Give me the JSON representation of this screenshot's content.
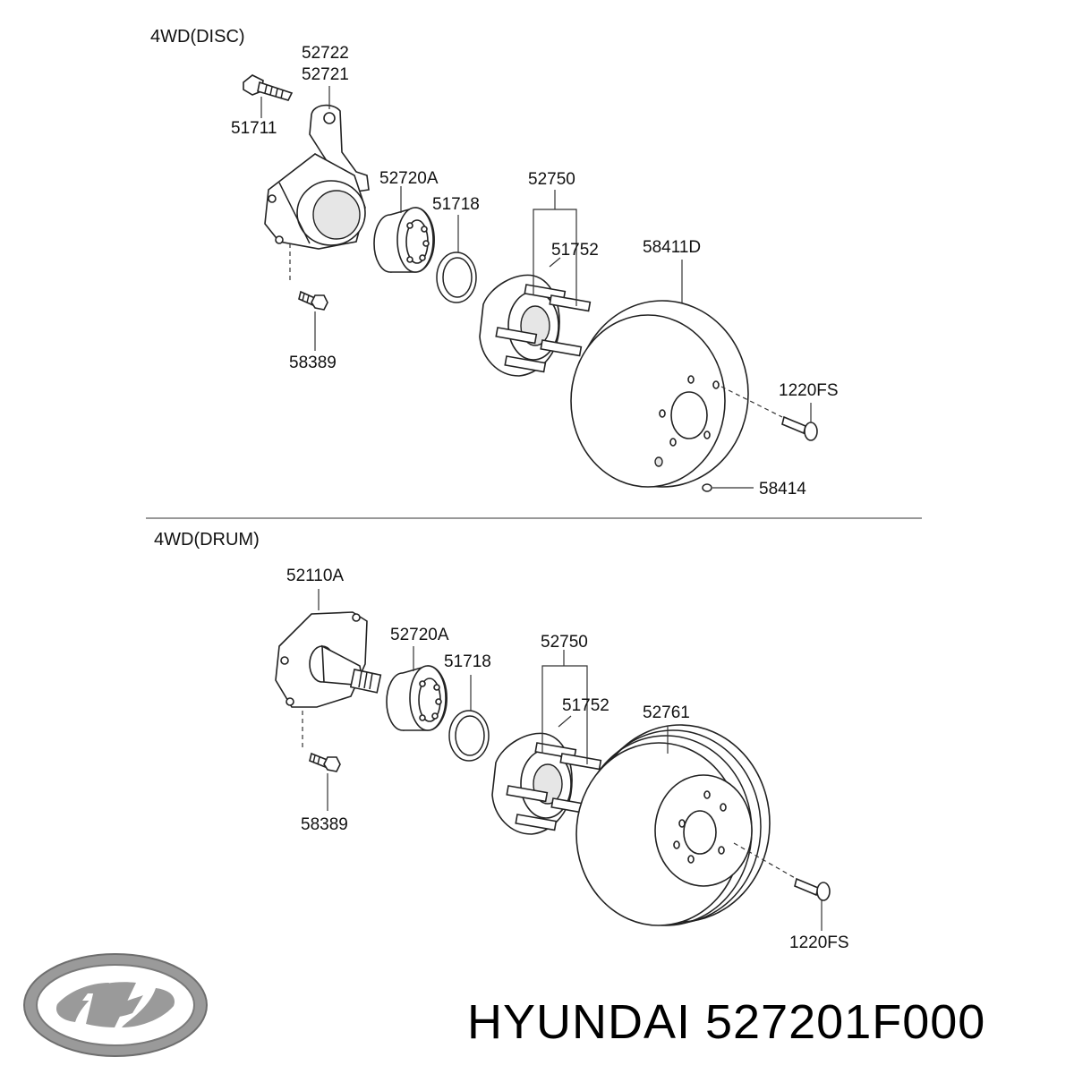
{
  "sections": {
    "disc": {
      "title": "4WD(DISC)",
      "labels": {
        "p52722": "52722",
        "p52721": "52721",
        "p51711": "51711",
        "p52720A": "52720A",
        "p51718": "51718",
        "p52750": "52750",
        "p51752": "51752",
        "p58411D": "58411D",
        "p58389": "58389",
        "p1220FS": "1220FS",
        "p58414": "58414"
      }
    },
    "drum": {
      "title": "4WD(DRUM)",
      "labels": {
        "p52110A": "52110A",
        "p52720A": "52720A",
        "p51718": "51718",
        "p52750": "52750",
        "p51752": "51752",
        "p52761": "52761",
        "p58389": "58389",
        "p1220FS": "1220FS"
      }
    }
  },
  "caption": "HYUNDAI 527201F000",
  "logo": {
    "icon": "hyundai-logo-icon",
    "color": "#9a9a9a"
  }
}
